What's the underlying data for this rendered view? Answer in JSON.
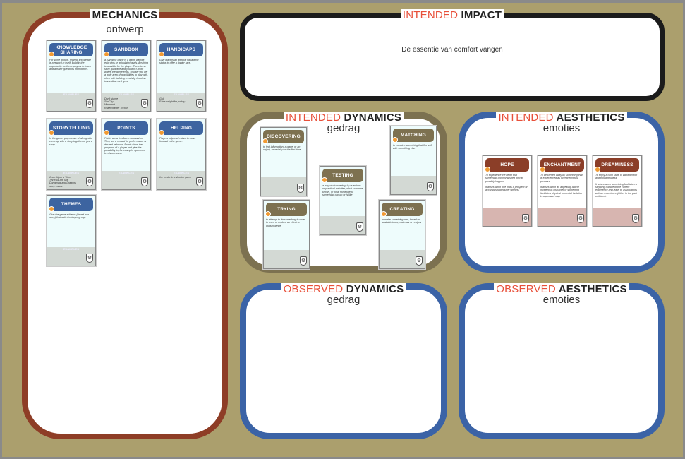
{
  "colors": {
    "mechanics": "#3d64a0",
    "dynamics": "#7d7150",
    "aesthetics": "#8b3e28",
    "accent": "#e8503a"
  },
  "panels": {
    "mechanics": {
      "title": "MECHANICS",
      "subtitle": "ontwerp"
    },
    "intended_impact": {
      "title_prefix": "INTENDED",
      "title": "IMPACT",
      "text": "De essentie van comfort vangen"
    },
    "intended_dynamics": {
      "title_prefix": "INTENDED",
      "title": "DYNAMICS",
      "subtitle": "gedrag"
    },
    "intended_aesthetics": {
      "title_prefix": "INTENDED",
      "title": "AESTHETICS",
      "subtitle": "emoties"
    },
    "observed_dynamics": {
      "title_prefix": "OBSERVED",
      "title": "DYNAMICS",
      "subtitle": "gedrag"
    },
    "observed_aesthetics": {
      "title_prefix": "OBSERVED",
      "title": "AESTHETICS",
      "subtitle": "emoties"
    }
  },
  "examples_label": "EXAMPLES",
  "cards": [
    {
      "type": "mechanics",
      "title": "KNOWLEDGE SHARING",
      "text": "For some people, sharing knowledge is a reward in itself. Build in the opportunity for these players to teach and answer questions from others.",
      "examples": ""
    },
    {
      "type": "mechanics",
      "title": "SANDBOX",
      "text": "A Sandbox game is a game without epic wins or articulated goals. Anything is possible for the player. There is no story guideline and you don't know where the game ends. Usually you get a wide area of possibilities to play with, often with building creativity. As close to zandbak as it gets.",
      "examples": "Don't starve\nSimCity\nMinecraft\nRollercoaster Tycoon"
    },
    {
      "type": "mechanics",
      "title": "HANDICAPS",
      "text": "Give players an artificial equalising status to offer a tighter race.",
      "examples": "Golf\nExtra weight for jockey"
    },
    {
      "type": "mechanics",
      "title": "STORYTELLING",
      "text": "In the game, players are challenged to come up with a story together or just a story.",
      "examples": "Once Upon a Time\nTell Your Art Tale\nDungeons and Dragons\nstory cubes"
    },
    {
      "type": "mechanics",
      "title": "POINTS",
      "text": "Points are a feedback mechanism. They are a reward for performance or desired behavior. Points show the progress of a player and give the possibility to, for example, open new levels or rooms.",
      "examples": ""
    },
    {
      "type": "mechanics",
      "title": "HELPING",
      "text": "Players help each other to move forward in the game.",
      "examples": "the medic in a shooter game"
    },
    {
      "type": "mechanics",
      "title": "THEMES",
      "text": "Give the game a theme (linked to a story) that suits the target group.",
      "examples": ""
    },
    {
      "type": "dynamics",
      "title": "DISCOVERING",
      "text": "to find information, a place, or an object, especially for the first time",
      "examples": ""
    },
    {
      "type": "dynamics",
      "title": "MATCHING",
      "text": "to combine something that fits well with something else",
      "examples": ""
    },
    {
      "type": "dynamics",
      "title": "TESTING",
      "text": "a way of discovering, by questions or practical activities, what someone knows, or what someone or something can do or is like",
      "examples": ""
    },
    {
      "type": "dynamics",
      "title": "TRYING",
      "text": "to attempt to do something in order to learn or explore an effect or consequence",
      "examples": ""
    },
    {
      "type": "dynamics",
      "title": "CREATING",
      "text": "to make something new, based on available tools, materials or recipes",
      "examples": ""
    },
    {
      "type": "aesthetics",
      "title": "HOPE",
      "text": "To experience the belief that something good or wished for can possibly happen\n\nIt arises when one finds a prospect of accomplishing his/her wishes.",
      "examples": ""
    },
    {
      "type": "aesthetics",
      "title": "ENCHANTMENT",
      "text": "To be carried away by something that is experienced as overwhelmingly pleasant\n\nIt arises when an appealing and/or mysterious character of something facilitates physical or mental isolation in a pleasant way.",
      "examples": ""
    },
    {
      "type": "aesthetics",
      "title": "DREAMINESS",
      "text": "To enjoy a calm state of introspection and thoughtfulness.\n\nIt arises when something facilitates a stepping outside of the current experience and leads to associations with an experience (either in the past or future).",
      "examples": ""
    }
  ]
}
